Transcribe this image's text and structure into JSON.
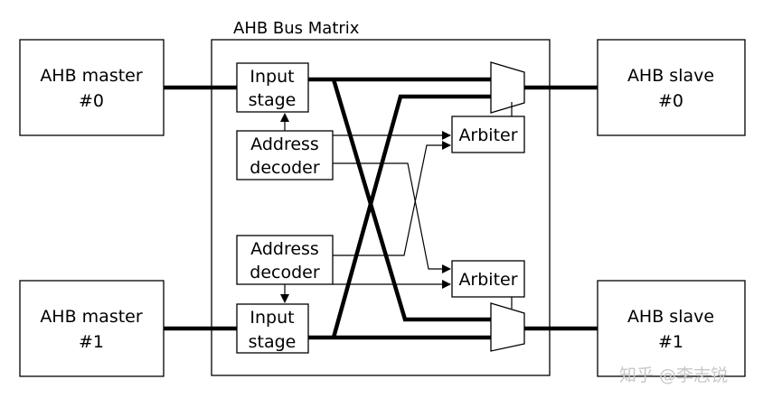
{
  "matrix": {
    "title": "AHB Bus Matrix"
  },
  "masters": [
    {
      "line1": "AHB master",
      "line2": "#0"
    },
    {
      "line1": "AHB master",
      "line2": "#1"
    }
  ],
  "slaves": [
    {
      "line1": "AHB slave",
      "line2": "#0"
    },
    {
      "line1": "AHB slave",
      "line2": "#1"
    }
  ],
  "input_stages": [
    {
      "line1": "Input",
      "line2": "stage"
    },
    {
      "line1": "Input",
      "line2": "stage"
    }
  ],
  "address_decoders": [
    {
      "line1": "Address",
      "line2": "decoder"
    },
    {
      "line1": "Address",
      "line2": "decoder"
    }
  ],
  "arbiters": [
    {
      "label": "Arbiter"
    },
    {
      "label": "Arbiter"
    }
  ],
  "watermark": "知乎 @李志锐"
}
